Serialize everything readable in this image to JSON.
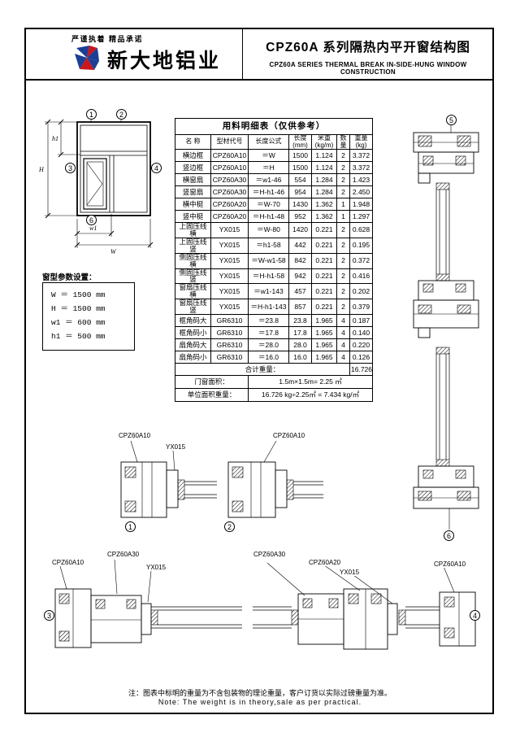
{
  "header": {
    "slogan": "严谨执着 精品承诺",
    "company": "新大地铝业",
    "title_cn": "CPZ60A 系列隔热内平开窗结构图",
    "title_en": "CPZ60A  SERIES THERMAL BREAK IN-SIDE-HUNG WINDOW CONSTRUCTION"
  },
  "elevation": {
    "dims": {
      "W": "W",
      "H": "H",
      "w1": "w1",
      "h1": "h1"
    }
  },
  "callouts": {
    "n1": "1",
    "n2": "2",
    "n3": "3",
    "n4": "4",
    "n5": "5",
    "n6": "6"
  },
  "params": {
    "title": "窗型参数设置：",
    "rows": [
      "W ＝ 1500 mm",
      "H ＝ 1500 mm",
      "w1 ＝ 600 mm",
      "h1 ＝ 500 mm"
    ]
  },
  "materials": {
    "title": "用料明细表（仅供参考）",
    "headers": [
      "名 称",
      "型材代号",
      "长度公式",
      "长度(mm)",
      "米重(kg/m)",
      "数量",
      "重量(kg)"
    ],
    "rows": [
      [
        "横边框",
        "CPZ60A10",
        "＝W",
        "1500",
        "1.124",
        "2",
        "3.372"
      ],
      [
        "竖边框",
        "CPZ60A10",
        "＝H",
        "1500",
        "1.124",
        "2",
        "3.372"
      ],
      [
        "横窗扇",
        "CPZ60A30",
        "＝w1-46",
        "554",
        "1.284",
        "2",
        "1.423"
      ],
      [
        "竖窗扇",
        "CPZ60A30",
        "＝H-h1-46",
        "954",
        "1.284",
        "2",
        "2.450"
      ],
      [
        "横中梃",
        "CPZ60A20",
        "＝W-70",
        "1430",
        "1.362",
        "1",
        "1.948"
      ],
      [
        "竖中梃",
        "CPZ60A20",
        "＝H-h1-48",
        "952",
        "1.362",
        "1",
        "1.297"
      ],
      [
        "上固压线横",
        "YX015",
        "＝W-80",
        "1420",
        "0.221",
        "2",
        "0.628"
      ],
      [
        "上固压线竖",
        "YX015",
        "＝h1-58",
        "442",
        "0.221",
        "2",
        "0.195"
      ],
      [
        "侧固压线横",
        "YX015",
        "＝W-w1-58",
        "842",
        "0.221",
        "2",
        "0.372"
      ],
      [
        "侧固压线竖",
        "YX015",
        "＝H-h1-58",
        "942",
        "0.221",
        "2",
        "0.416"
      ],
      [
        "窗扇压线横",
        "YX015",
        "＝w1-143",
        "457",
        "0.221",
        "2",
        "0.202"
      ],
      [
        "窗扇压线竖",
        "YX015",
        "＝H-h1-143",
        "857",
        "0.221",
        "2",
        "0.379"
      ],
      [
        "框角码大",
        "GR6310",
        "＝23.8",
        "23.8",
        "1.965",
        "4",
        "0.187"
      ],
      [
        "框角码小",
        "GR6310",
        "＝17.8",
        "17.8",
        "1.965",
        "4",
        "0.140"
      ],
      [
        "扇角码大",
        "GR6310",
        "＝28.0",
        "28.0",
        "1.965",
        "4",
        "0.220"
      ],
      [
        "扇角码小",
        "GR6310",
        "＝16.0",
        "16.0",
        "1.965",
        "4",
        "0.126"
      ]
    ],
    "total_label": "合计重量：",
    "total_value": "16.726",
    "area_label": "门窗面积：",
    "area_value": "1.5m×1.5m= 2.25 ㎡",
    "unit_label": "单位面积重量：",
    "unit_value": "16.726 kg÷2.25㎡ = 7.434 kg/㎡"
  },
  "details": {
    "d1": {
      "profile": "CPZ60A10",
      "bead": "YX015"
    },
    "d2": {
      "profile": "CPZ60A10"
    },
    "d3": {
      "frame": "CPZ60A10",
      "sash": "CPZ60A30",
      "bead": "YX015"
    },
    "d4": {
      "sash": "CPZ60A30",
      "mullion": "CPZ60A20",
      "bead": "YX015",
      "frame": "CPZ60A10"
    }
  },
  "footer": {
    "note_cn": "注：图表中标明的重量为不含包装物的理论重量，客户订货以实际过磅重量为准。",
    "note_en": "Note: The weight is in theory,sale as per practical."
  }
}
